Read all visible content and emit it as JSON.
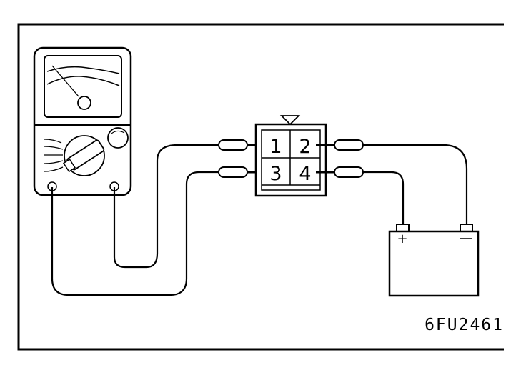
{
  "figure": {
    "code": "6FU2461",
    "ink_color": "#000000",
    "background_color": "#ffffff"
  },
  "connector": {
    "pins": [
      "1",
      "2",
      "3",
      "4"
    ]
  },
  "battery": {
    "positive_symbol": "+",
    "negative_symbol": "—"
  },
  "components": {
    "multimeter": "multimeter",
    "connector": "connector",
    "battery": "battery"
  }
}
